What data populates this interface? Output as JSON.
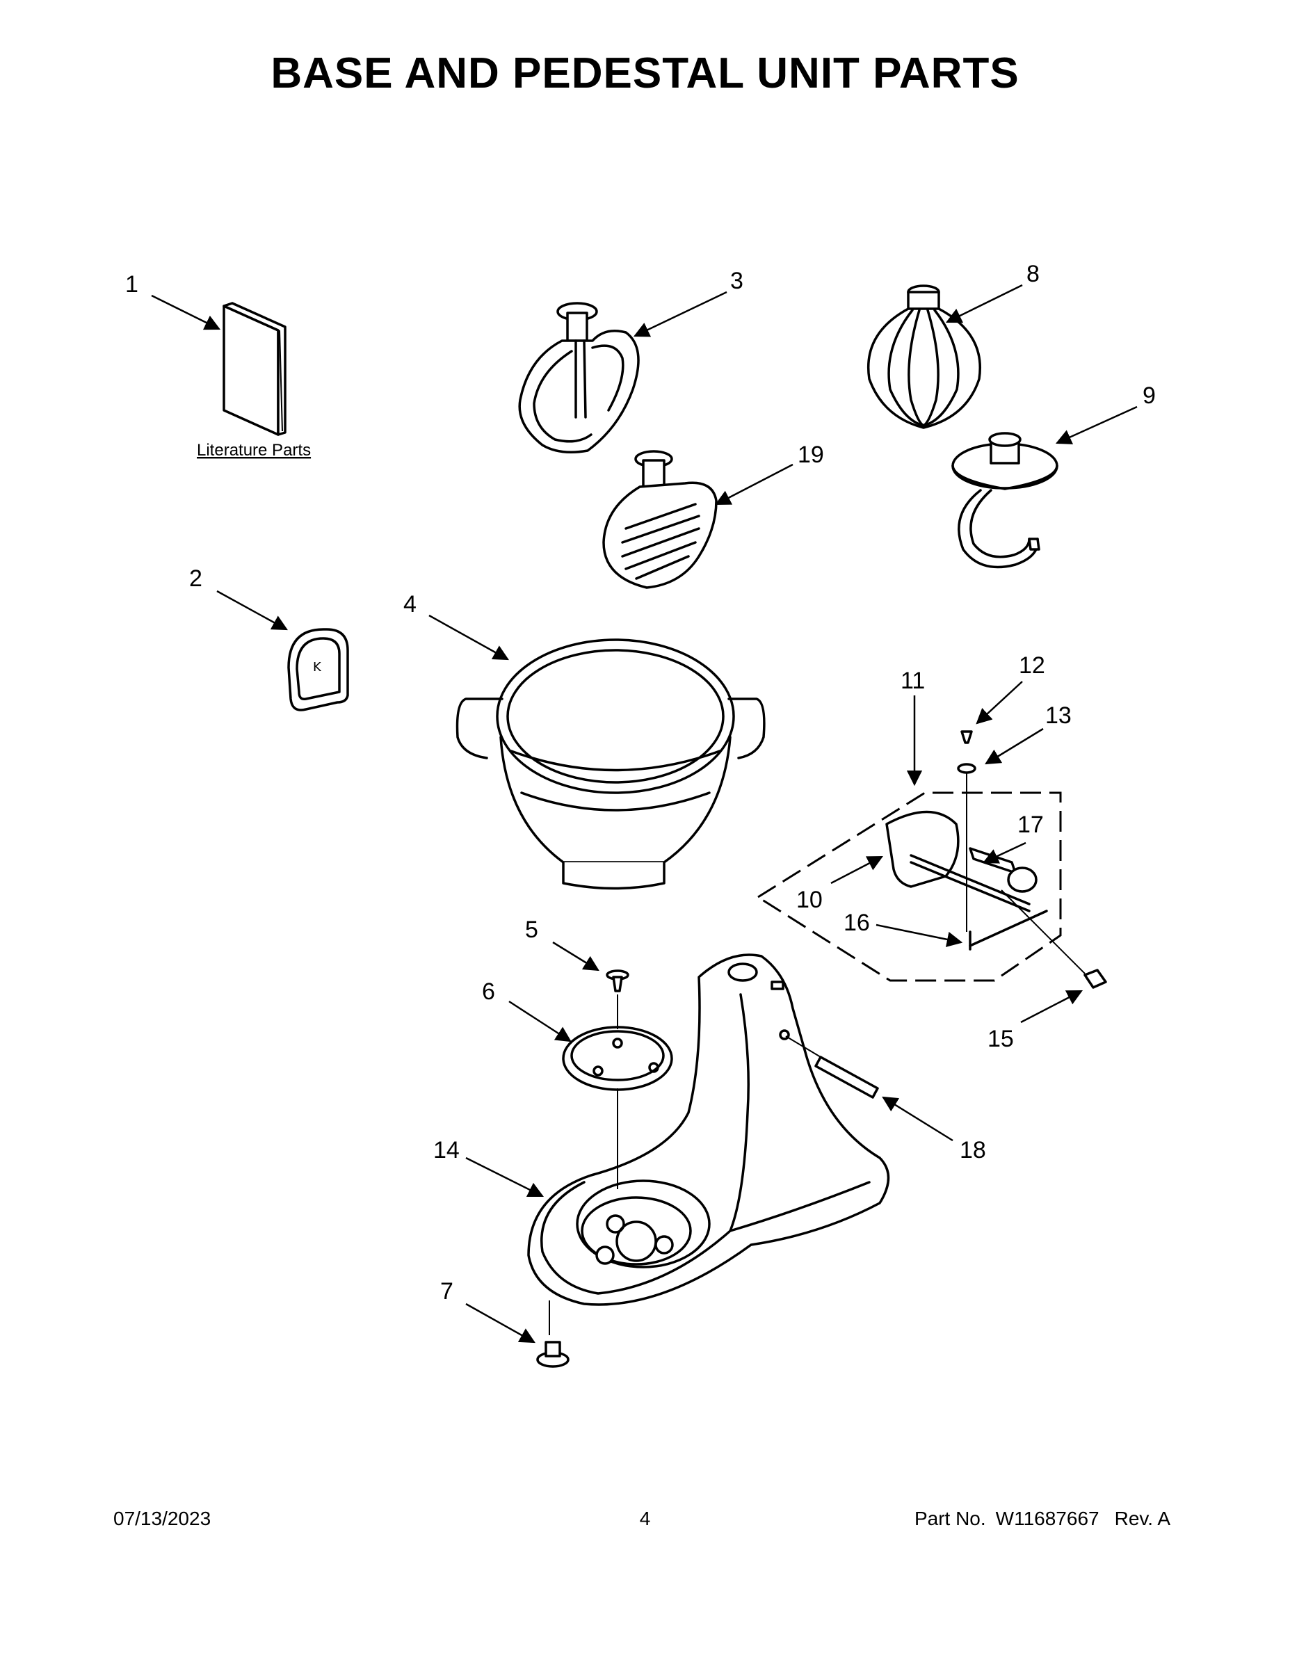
{
  "title": "BASE AND PEDESTAL UNIT PARTS",
  "literature_label": "Literature Parts",
  "callouts": [
    "1",
    "2",
    "3",
    "4",
    "5",
    "6",
    "7",
    "8",
    "9",
    "10",
    "11",
    "12",
    "13",
    "14",
    "15",
    "16",
    "17",
    "18",
    "19"
  ],
  "footer": {
    "date": "07/13/2023",
    "page": "4",
    "part_label": "Part No.",
    "part_number": "W11687667",
    "revision": "Rev.  A"
  }
}
